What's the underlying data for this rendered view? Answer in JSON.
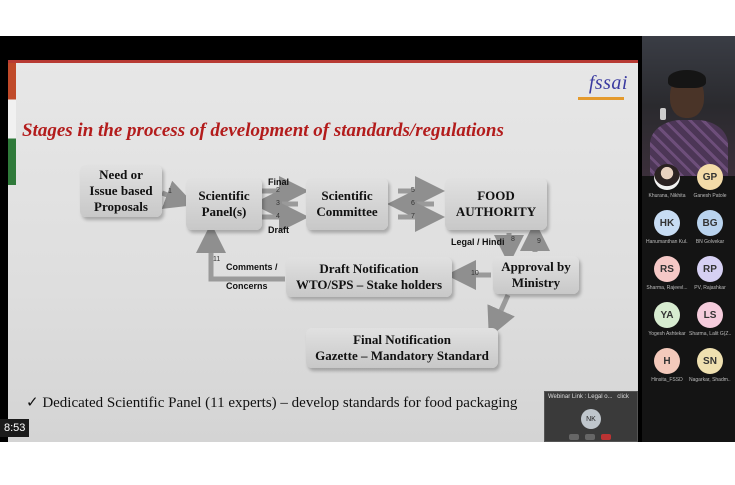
{
  "slide": {
    "logo": "fssai",
    "title": "Stages in the process of development of standards/regulations",
    "boxes": {
      "need": "Need or\nIssue based\nProposals",
      "panel": "Scientific\nPanel(s)",
      "committee": "Scientific\nCommittee",
      "authority": "FOOD\nAUTHORITY",
      "approval": "Approval by\nMinistry",
      "draft": "Draft Notification\nWTO/SPS – Stake holders",
      "final": "Final Notification\nGazette – Mandatory Standard"
    },
    "labels": {
      "final": "Final",
      "draft": "Draft",
      "legal": "Legal / Hindi",
      "comments": "Comments /",
      "concerns": "Concerns"
    },
    "steps": [
      "1",
      "2",
      "3",
      "4",
      "5",
      "6",
      "7",
      "8",
      "9",
      "10",
      "11"
    ],
    "bullet": "✓ Dedicated Scientific Panel (11 experts) – develop standards for food packaging"
  },
  "time": "8:53",
  "share_window": {
    "title": "Webinar Link : Legal o...",
    "action": "click",
    "avatar": "NK"
  },
  "participants": [
    {
      "initials": "",
      "name": "Khurana, Nikhita",
      "color": "#c9b9a8",
      "photo": true
    },
    {
      "initials": "GP",
      "name": "Ganesh Patole",
      "color": "#f3dba8"
    },
    {
      "initials": "HK",
      "name": "Hanumanthan Kul...",
      "color": "#c7dcf3"
    },
    {
      "initials": "BG",
      "name": "BN Golvekar",
      "color": "#b9d3ee"
    },
    {
      "initials": "RS",
      "name": "Sharma, Rajeevl...",
      "color": "#f5c8c6"
    },
    {
      "initials": "RP",
      "name": "PV, Rajashkar",
      "color": "#d6d0f3"
    },
    {
      "initials": "YA",
      "name": "Yogesh Ashtekar",
      "color": "#d7ecd0"
    },
    {
      "initials": "LS",
      "name": "Sharma, Lalit G(Z...",
      "color": "#f5ccdc"
    },
    {
      "initials": "H",
      "name": "Hinsita_FSSD",
      "color": "#f3c9bb"
    },
    {
      "initials": "SN",
      "name": "Nagarkar, Shadm...",
      "color": "#efe0b0"
    }
  ]
}
